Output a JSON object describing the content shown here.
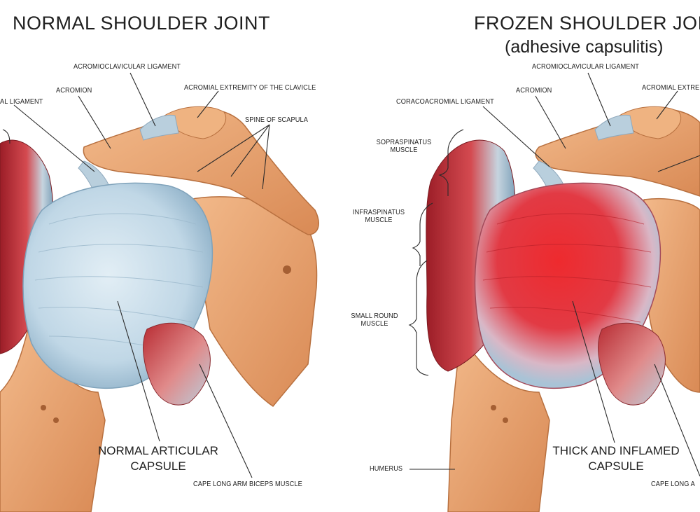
{
  "left": {
    "title": "NORMAL SHOULDER JOINT",
    "labels": {
      "acromioclavicular_ligament": "ACROMIOCLAVICULAR LIGAMENT",
      "acromion": "ACROMION",
      "acromial_extremity": "ACROMIAL EXTREMITY OF THE CLAVICLE",
      "coracoacromial_ligament_partial": "AL LIGAMENT",
      "spine_of_scapula": "SPINE OF SCAPULA",
      "cape_long_arm": "CAPE LONG ARM BICEPS MUSCLE",
      "capsule_line1": "NORMAL ARTICULAR",
      "capsule_line2": "CAPSULE"
    }
  },
  "right": {
    "title": "FROZEN SHOULDER JOINT",
    "subtitle": "(adhesive capsulitis)",
    "labels": {
      "acromioclavicular_ligament": "ACROMIOCLAVICULAR LIGAMENT",
      "acromion": "ACROMION",
      "acromial_extremity_partial": "ACROMIAL EXTRE",
      "coracoacromial_ligament": "CORACOACROMIAL LIGAMENT",
      "supraspinatus_line1": "SOPRASPINATUS",
      "supraspinatus_line2": "MUSCLE",
      "infraspinatus_line1": "INFRASPINATUS",
      "infraspinatus_line2": "MUSCLE",
      "small_round_line1": "SMALL ROUND",
      "small_round_line2": "MUSCLE",
      "humerus": "HUMERUS",
      "capsule_line1": "THICK AND INFLAMED",
      "capsule_line2": "CAPSULE",
      "cape_long_arm_partial": "CAPE LONG A"
    }
  },
  "colors": {
    "bone": "#e8a470",
    "bone_dark": "#c9784a",
    "capsule": "#c6dbe8",
    "capsule_dark": "#8fb2c8",
    "inflamed": "#e8262e",
    "muscle": "#c8323a"
  }
}
